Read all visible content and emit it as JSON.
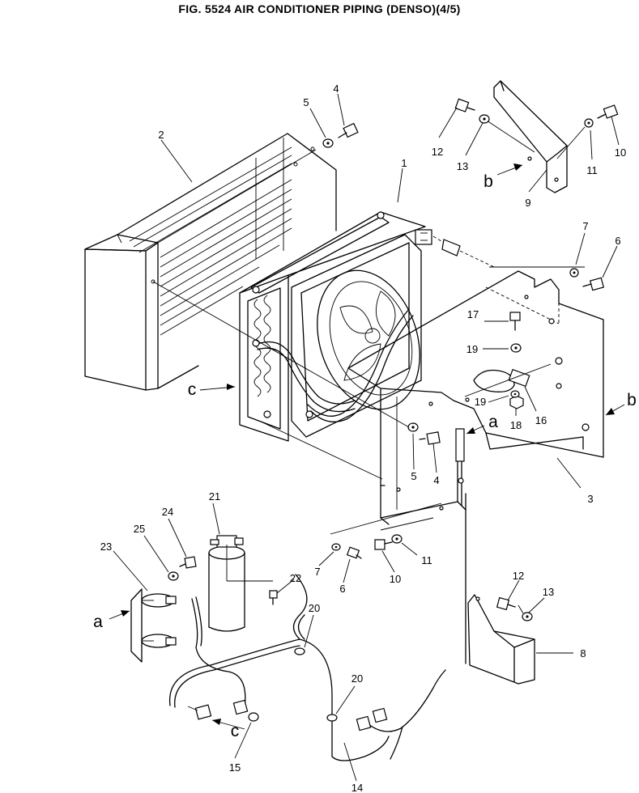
{
  "title": "FIG. 5524  AIR CONDITIONER PIPING (DENSO)(4/5)",
  "callouts": {
    "p1": "1",
    "p2": "2",
    "p3": "3",
    "p4a": "4",
    "p4b": "4",
    "p5a": "5",
    "p5b": "5",
    "p6a": "6",
    "p6b": "6",
    "p7a": "7",
    "p7b": "7",
    "p8": "8",
    "p9": "9",
    "p10a": "10",
    "p10b": "10",
    "p11a": "11",
    "p11b": "11",
    "p12a": "12",
    "p12b": "12",
    "p13a": "13",
    "p13b": "13",
    "p14": "14",
    "p15": "15",
    "p16": "16",
    "p17": "17",
    "p18": "18",
    "p19a": "19",
    "p19b": "19",
    "p20a": "20",
    "p20b": "20",
    "p21": "21",
    "p22": "22",
    "p23": "23",
    "p24": "24",
    "p25": "25"
  },
  "references": {
    "a1": "a",
    "a2": "a",
    "b1": "b",
    "b2": "b",
    "c1": "c",
    "c2": "c"
  }
}
